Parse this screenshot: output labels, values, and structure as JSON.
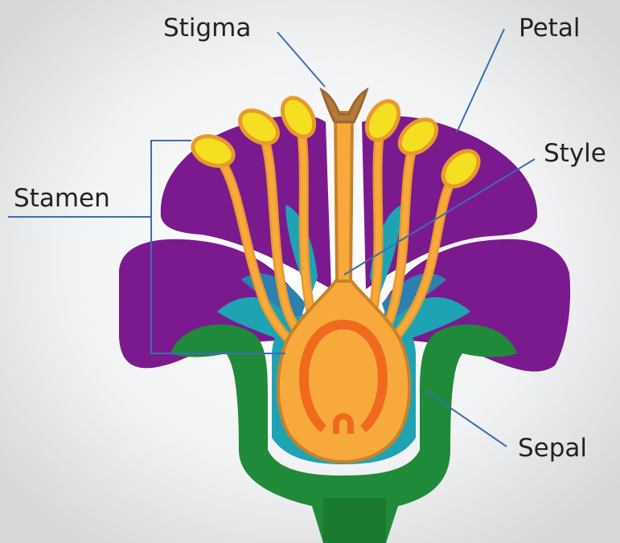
{
  "labels": {
    "stigma": "Stigma",
    "petal": "Petal",
    "style": "Style",
    "stamen": "Stamen",
    "sepal": "Sepal"
  },
  "colors": {
    "petal": "#7b1a8f",
    "sepal": "#1f8a3a",
    "inner_leaf": "#1ea3b3",
    "filament": "#f7a93b",
    "anther": "#f4e020",
    "ovary_outer": "#f7a93b",
    "ovary_ring": "#ef6a1f",
    "leader_line": "#3a6fae",
    "background_center": "#ffffff",
    "background_edge": "#d9dadc"
  }
}
